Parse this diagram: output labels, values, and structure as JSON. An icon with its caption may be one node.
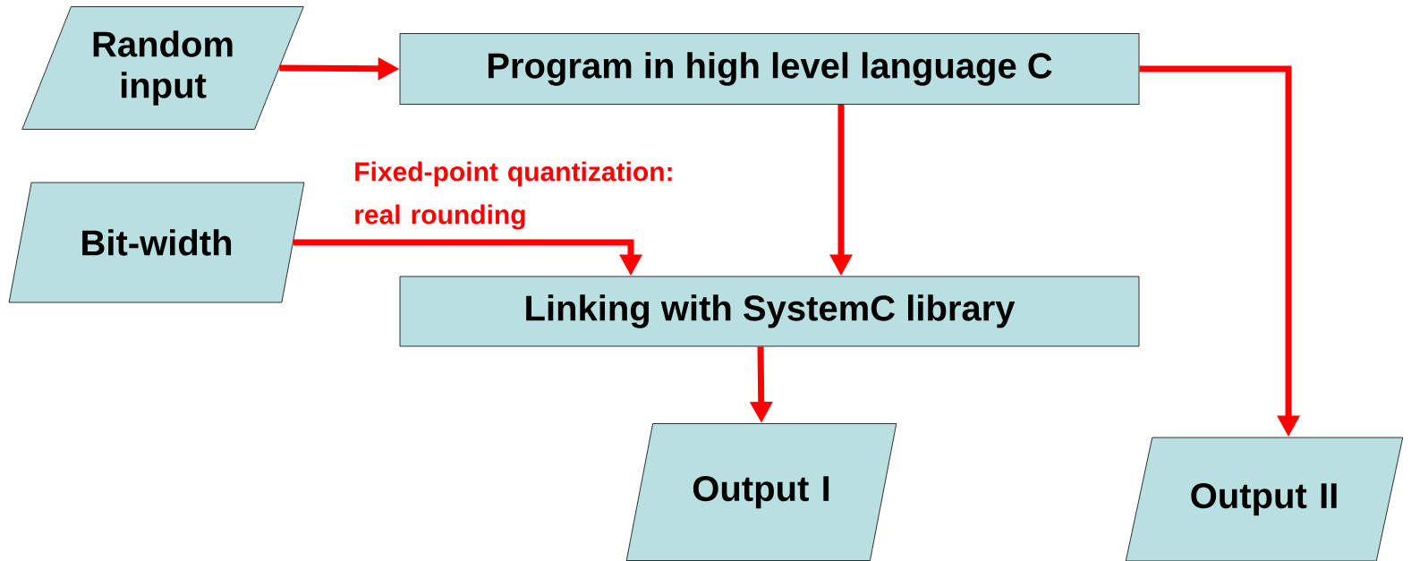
{
  "diagram": {
    "nodes": [
      {
        "text": [
          "Random input"
        ]
      },
      {
        "text": [
          "Program in high level language C"
        ]
      },
      {
        "text": [
          "Bit-width"
        ]
      },
      {
        "text": [
          "Linking with SystemC library"
        ]
      },
      {
        "text": [
          "Output I"
        ]
      },
      {
        "text": [
          "Output II"
        ]
      }
    ],
    "edges": [
      {
        "from": 0,
        "to": 1,
        "arrow": "to"
      },
      {
        "from": 2,
        "to": 3,
        "arrow": "to",
        "label": "Fixed-point quantization: real rounding"
      },
      {
        "from": 1,
        "to": 3,
        "arrow": "to"
      },
      {
        "from": 3,
        "to": 4,
        "arrow": "to"
      },
      {
        "from": 1,
        "to": 5,
        "arrow": "to"
      }
    ]
  }
}
